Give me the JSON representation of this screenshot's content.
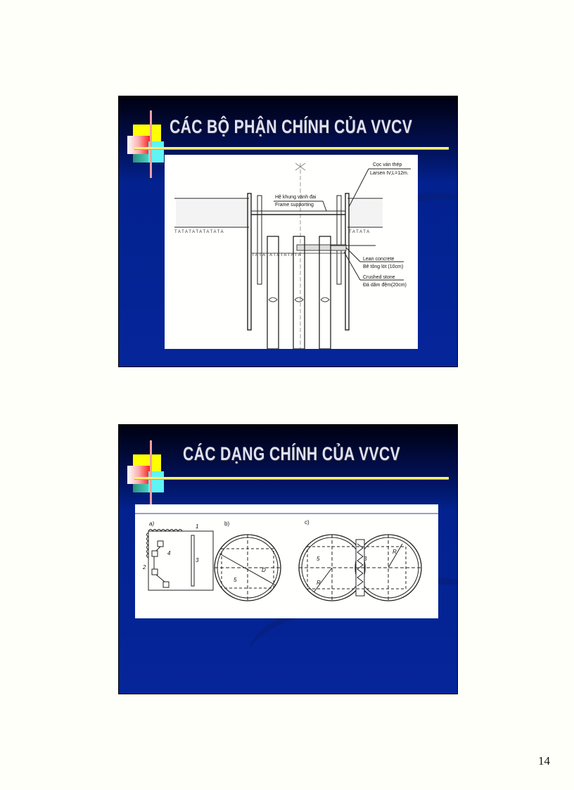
{
  "page": {
    "number": "14"
  },
  "slides": [
    {
      "title": "CÁC BỘ PHẬN CHÍNH CỦA VVCV",
      "figure": {
        "labels": {
          "sheet_pile": "Cọc ván thép",
          "sheet_pile_spec": "Larsen IV,L=12m.",
          "frame_vn": "Hệ khung vành đai",
          "frame_en": "Frame supporting",
          "lean_en": "Lean concrete",
          "lean_vn": "Bê tông lót (10cm)",
          "stone_en": "Crushed stone",
          "stone_vn": "Đá dăm đệm(20cm)"
        }
      }
    },
    {
      "title": "CÁC DẠNG CHÍNH CỦA VVCV",
      "figure": {
        "panels": [
          "a)",
          "b)",
          "c)"
        ],
        "numbers": [
          "1",
          "2",
          "3",
          "4",
          "5"
        ],
        "dims": {
          "diameter": "D",
          "radius": "R"
        }
      }
    }
  ],
  "colors": {
    "slide_bg": "#05259a",
    "title_text": "#dfe1f5",
    "accent_line": "#fff070"
  }
}
